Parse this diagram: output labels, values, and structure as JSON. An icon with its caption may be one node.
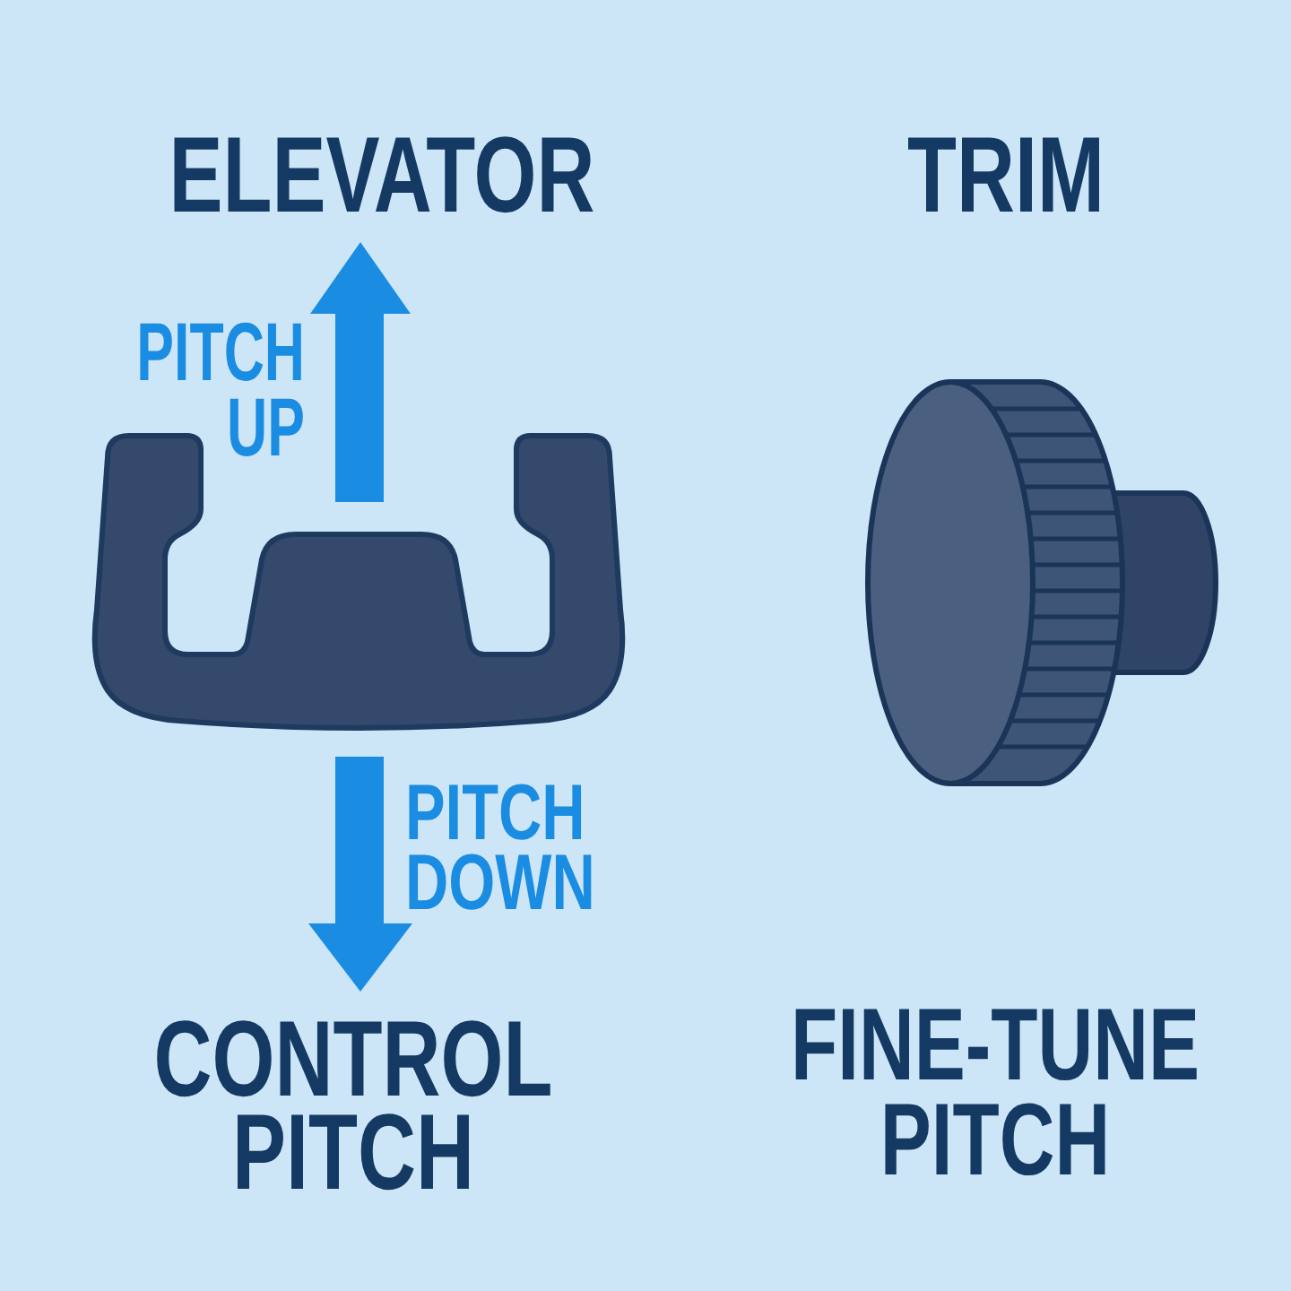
{
  "diagram": {
    "labels": [
      "ELEVATOR",
      "TRIM",
      "PITCH UP",
      "PITCH DOWN",
      "CONTROL PITCH",
      "FINE-TUNE PITCH"
    ]
  }
}
